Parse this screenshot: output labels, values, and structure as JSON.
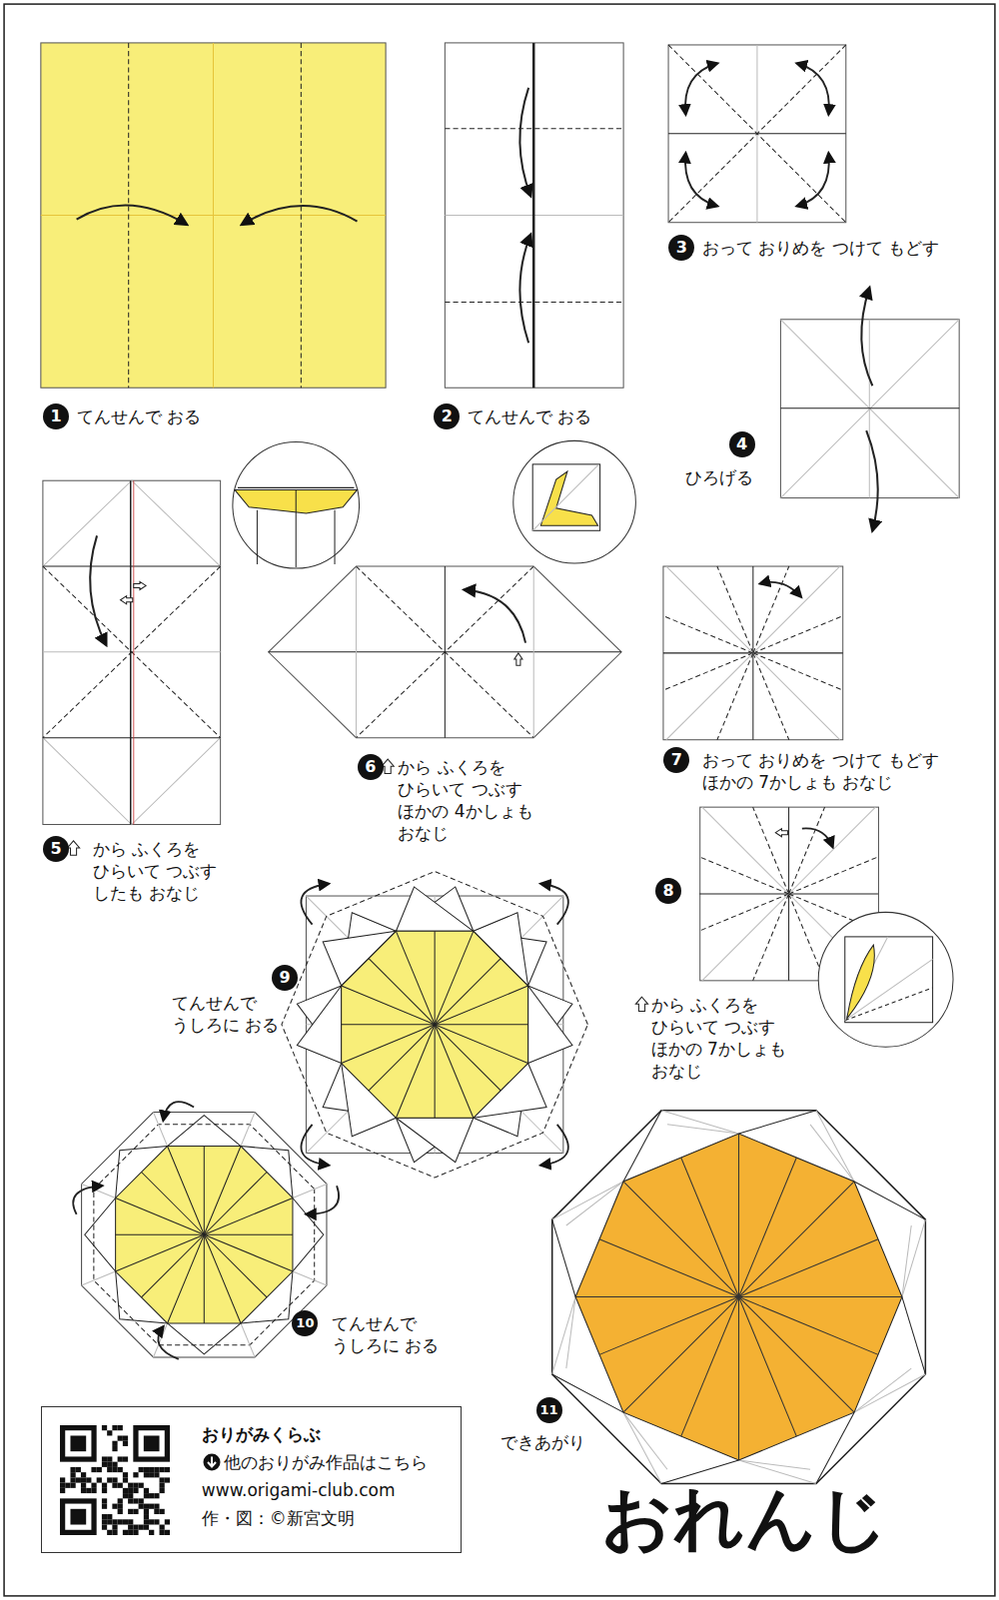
{
  "diagram": {
    "title": "おれんじ",
    "nodes": [
      {
        "text": [
          "おりがみくらぶ",
          "他のおりがみ作品はこちら",
          "www.origami-club.com",
          "作・図：©新宮文明"
        ]
      }
    ],
    "labels": [
      "1",
      "てんせんで おる",
      "2",
      "てんせんで おる",
      "3",
      "おって おりめを つけて もどす",
      "4",
      "ひろげる",
      "5",
      "から ふくろを ひらいて つぶす したも おなじ",
      "6",
      "から ふくろを ひらいて つぶす ほかの 4かしょも おなじ",
      "7",
      "おって おりめを つけて もどす ほかの 7かしょも おなじ",
      "8",
      "から ふくろを ひらいて つぶす ほかの 7かしょも おなじ",
      "9",
      "てんせんで うしろに おる",
      "10",
      "てんせんで うしろに おる",
      "11",
      "できあがり"
    ]
  }
}
